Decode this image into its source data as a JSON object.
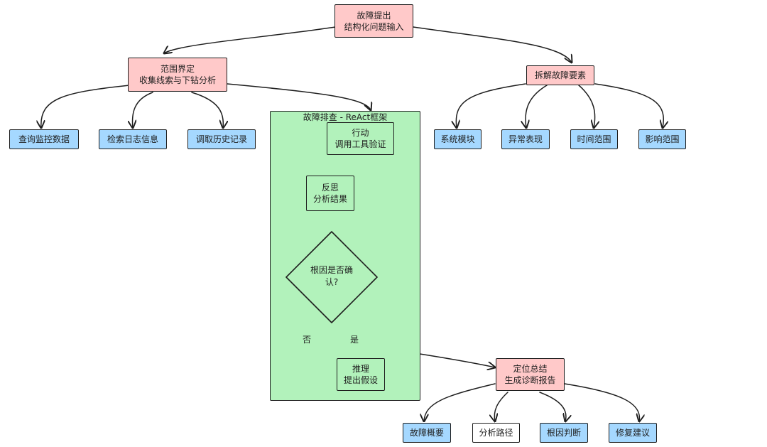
{
  "nodes": {
    "root": {
      "line1": "故障提出",
      "line2": "结构化问题输入"
    },
    "scope": {
      "line1": "范围界定",
      "line2": "收集线索与下钻分析"
    },
    "decompose": {
      "label": "拆解故障要素"
    },
    "scope_children": [
      "查询监控数据",
      "检索日志信息",
      "调取历史记录"
    ],
    "decompose_children": [
      "系统模块",
      "异常表现",
      "时间范围",
      "影响范围"
    ],
    "react_group": {
      "title": "故障排查 - ReAct框架"
    },
    "action": {
      "line1": "行动",
      "line2": "调用工具验证"
    },
    "reflect": {
      "line1": "反思",
      "line2": "分析结果"
    },
    "decision": {
      "line1": "根因是否确",
      "line2": "认?"
    },
    "reason": {
      "line1": "推理",
      "line2": "提出假设"
    },
    "summary": {
      "line1": "定位总结",
      "line2": "生成诊断报告"
    },
    "summary_children": [
      "故障概要",
      "分析路径",
      "根因判断",
      "修复建议"
    ]
  },
  "edge_labels": {
    "no": "否",
    "yes": "是"
  },
  "colors": {
    "pink": "#ffc9c9",
    "blue": "#a5d8ff",
    "green": "#b2f2bb",
    "white": "#ffffff",
    "stroke": "#1e1e1e"
  }
}
